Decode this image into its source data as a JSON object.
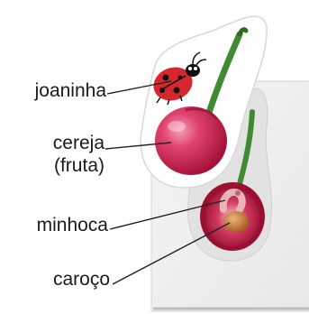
{
  "labels": {
    "ladybug": "joaninha",
    "cherry_line1": "cereja",
    "cherry_line2": "(fruta)",
    "worm": "minhoca",
    "pit": "caroço"
  },
  "colors": {
    "cherry": "#c81a4a",
    "cherry_highlight": "#f06a8c",
    "stem": "#3f8a32",
    "ladybug_red": "#d8262f",
    "ladybug_black": "#111111",
    "pit": "#c97a3a",
    "worm": "#e9b6b8",
    "card": "#f2f2f2",
    "leader_line": "#222222"
  },
  "icons": {
    "ladybug": "ladybug-icon",
    "whole_cherry": "cherry-icon",
    "cut_cherry": "cut-cherry-icon"
  }
}
